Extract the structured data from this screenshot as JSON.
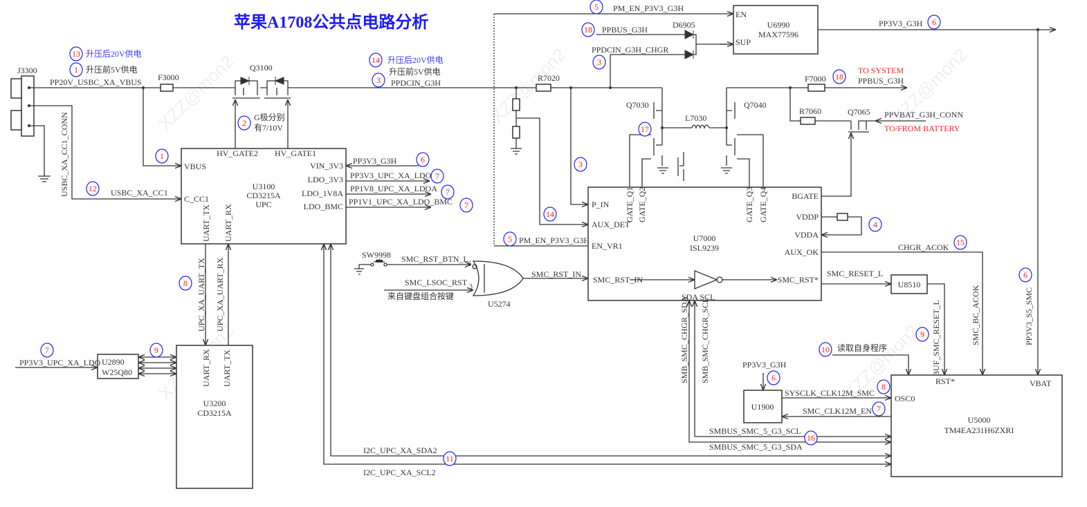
{
  "title": "苹果A1708公共点电路分析",
  "watermark": "XZZ@mon2",
  "notes": {
    "boost_20v": "升压后20V供电",
    "pre_boost_5v": "升压前5V供电",
    "gate_note_1": "G极分别",
    "gate_note_2": "有7/10V",
    "from_keyboard": "来自键盘组合按键",
    "read_program": "读取自身程序",
    "to_system": "TO SYSTEM",
    "to_from_battery": "TO/FROM BATTERY"
  },
  "components": {
    "J3300": "J3300",
    "F3000": "F3000",
    "Q3100": "Q3100",
    "U3100": "U3100",
    "U3100_part": "CD3215A",
    "U3100_role": "UPC",
    "U3200": "U3200",
    "U3200_part": "CD3215A",
    "U2890": "U2890",
    "U2890_part": "W25Q80",
    "SW9998": "SW9998",
    "U5274": "U5274",
    "U6990": "U6990",
    "U6990_part": "MAX77596",
    "D6905": "D6905",
    "R7020": "R7020",
    "Q7030": "Q7030",
    "Q7040": "Q7040",
    "L7030": "L7030",
    "F7000": "F7000",
    "R7060": "R7060",
    "Q7065": "Q7065",
    "U7000": "U7000",
    "U7000_part": "ISL9239",
    "U8510": "U8510",
    "U1900": "U1900",
    "U5000": "U5000",
    "U5000_part": "TM4EA231H6ZXRI"
  },
  "nets": {
    "pp20v": "PP20V_USBC_XA_VBUS",
    "cc1_conn": "USBC_XA_CC1_CONN",
    "cc1": "USBC_XA_CC1",
    "ppdcin": "PPDCIN_G3H",
    "pp3v3_g3h": "PP3V3_G3H",
    "pp3v3_ldo": "PP3V3_UPC_XA_LDO",
    "pp1v8_ldo": "PP1V8_UPC_XA_LDOA",
    "pp1v1_ldo": "PP1V1_UPC_XA_LDO_BMC",
    "uart_tx": "UPC_XA_UART_TX",
    "uart_rx": "UPC_XA_UART_RX",
    "pm_en": "PM_EN_P3V3_G3H",
    "ppbus": "PPBUS_G3H",
    "ppdcin_chgr": "PPDCIN_G3H_CHGR",
    "ppvbat": "PPVBAT_G3H_CONN",
    "rst_btn": "SMC_RST_BTN_L",
    "lsoc_rst": "SMC_LSOC_RST",
    "smc_rst_in": "SMC_RST_IN",
    "chgr_acok": "CHGR_ACOK",
    "smc_reset_l": "SMC_RESET_L",
    "buf_smc_reset": "BUF_SMC_RESET_L",
    "smc_bc_acok": "SMC_BC_ACOK",
    "pp3v3_s5": "PP3V3_S5_SMC",
    "chgr_sda": "SMB_SMC_CHGR_SDA",
    "chgr_scl": "SMB_SMC_CHGR_SCL",
    "sysclk": "SYSCLK_CLK12M_SMC",
    "clk_en": "SMC_CLK12M_EN",
    "smbus_scl": "SMBUS_SMC_5_G3_SCL",
    "smbus_sda": "SMBUS_SMC_5_G3_SDA",
    "i2c_sda2": "I2C_UPC_XA_SDA2",
    "i2c_scl2": "I2C_UPC_XA_SCL2"
  },
  "pins": {
    "hv_gate2": "HV_GATE2",
    "hv_gate1": "HV_GATE1",
    "vbus": "VBUS",
    "c_cc1": "C_CC1",
    "vin_3v3": "VIN_3V3",
    "ldo_3v3": "LDO_3V3",
    "ldo_1v8a": "LDO_1V8A",
    "ldo_bmc": "LDO_BMC",
    "uart_tx": "UART_TX",
    "uart_rx": "UART_RX",
    "en": "EN",
    "sup": "SUP",
    "p_in": "P_IN",
    "aux_det": "AUX_DET",
    "en_vr1": "EN_VR1",
    "smc_rst_in": "SMC_RST_IN",
    "gate_q1": "GATE_Q1",
    "gate_q2": "GATE_Q2",
    "gate_q3": "GATE_Q3",
    "gate_q4": "GATE_Q4",
    "bgate": "BGATE",
    "vddp": "VDDP",
    "vdda": "VDDA",
    "aux_ok": "AUX_OK",
    "smc_rst": "SMC_RST*",
    "sda_scl": "SDA SCL",
    "gate_in6": "6",
    "gate_in3": "3",
    "rst": "RST*",
    "vbat": "VBAT",
    "osc0": "OSC0"
  },
  "markers": [
    "13",
    "1",
    "1",
    "2",
    "12",
    "14",
    "3",
    "6",
    "7",
    "7",
    "7",
    "8",
    "7",
    "9",
    "11",
    "5",
    "18",
    "3",
    "6",
    "18",
    "17",
    "3",
    "14",
    "5",
    "4",
    "15",
    "6",
    "9",
    "10",
    "6",
    "8",
    "7",
    "16"
  ],
  "colors": {
    "title": "#1a1aff",
    "marker_circle": "#2222ee",
    "marker_number": "#ff1a1a",
    "warning_text": "#ff2020"
  }
}
